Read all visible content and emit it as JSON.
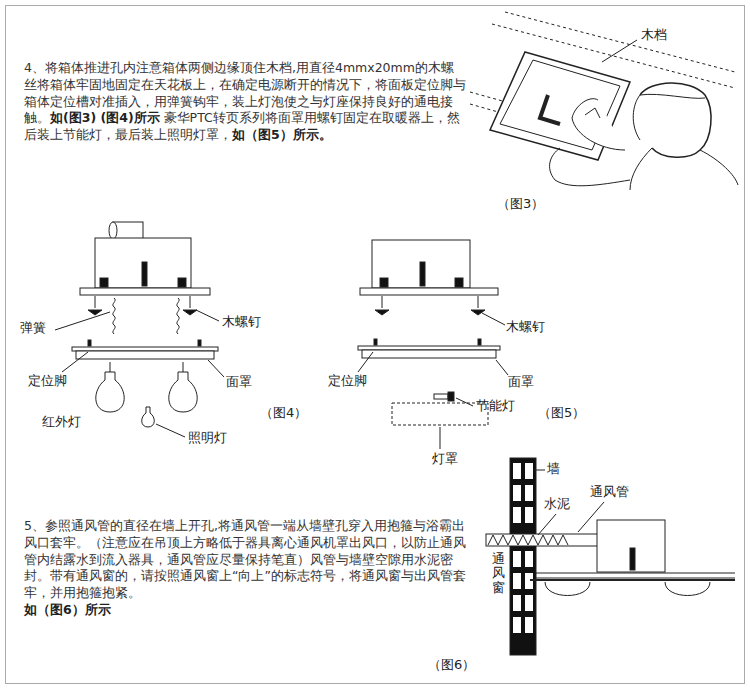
{
  "diagram": {
    "labels": [
      "4、将箱体推进孔内注意箱体两侧边缘顶住木档,用直径4mmx20mm的木螺丝将箱体牢固地固定在天花板上，在确定电源断开的情况下，将面板定位脚与箱体定位槽对准插入，用弹簧钩牢，装上灯泡使之与灯座保持良好的通电接触。",
      "如(图3) (图4)所示",
      "豪华PTC转页系列将面罩用螺钉固定在取暖器上，然后装上节能灯，最后装上照明灯罩，",
      "如（图5）所示。",
      "木档",
      "（图3）",
      "弹簧",
      "木螺钉",
      "定位脚",
      "面罩",
      "红外灯",
      "照明灯",
      "（图4）",
      "木螺钉",
      "定位脚",
      "面罩",
      "节能灯",
      "（图5）",
      "灯罩",
      "5、参照通风管的直径在墙上开孔,将通风管一端从墙壁孔穿入用抱箍与浴霸出风口套牢。（注意应在吊顶上方略低于器具离心通风机罩出风口，以防止通风管内结露水到流入器具，通风管应尽量保持笔直）风管与墙壁空隙用水泥密封。带有通风窗的，请按照通风窗上“向上”的标志符号，将通风窗与出风管套牢，并用抱箍抱紧。",
      "如（图6）所示",
      "墙",
      "水泥",
      "通风管",
      "通风窗",
      "（图6）"
    ]
  }
}
